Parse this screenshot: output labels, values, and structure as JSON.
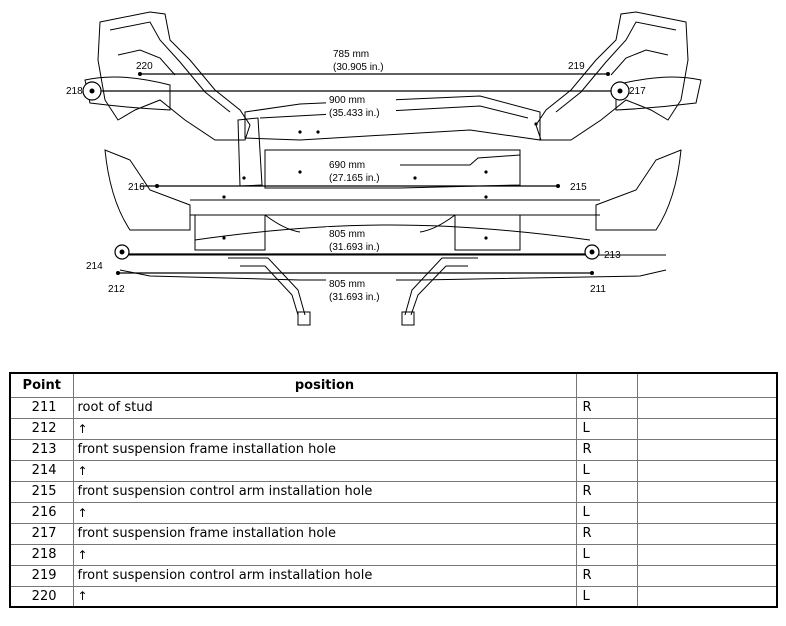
{
  "diagram": {
    "dimensions": [
      {
        "mm": "785 mm",
        "inch": "(30.905 in.)"
      },
      {
        "mm": "900 mm",
        "inch": "(35.433 in.)"
      },
      {
        "mm": "690 mm",
        "inch": "(27.165 in.)"
      },
      {
        "mm": "805 mm",
        "inch": "(31.693 in.)"
      },
      {
        "mm": "805 mm",
        "inch": "(31.693 in.)"
      }
    ],
    "points": [
      "220",
      "219",
      "218",
      "217",
      "216",
      "215",
      "214",
      "213",
      "212",
      "211"
    ]
  },
  "table": {
    "headers": [
      "Point",
      "position",
      "",
      ""
    ],
    "rows": [
      {
        "point": "211",
        "position": "root of stud",
        "side": "R"
      },
      {
        "point": "212",
        "position": "↑",
        "side": "L"
      },
      {
        "point": "213",
        "position": "front suspension frame installation hole",
        "side": "R"
      },
      {
        "point": "214",
        "position": "↑",
        "side": "L"
      },
      {
        "point": "215",
        "position": "front suspension control arm installation hole",
        "side": "R"
      },
      {
        "point": "216",
        "position": "↑",
        "side": "L"
      },
      {
        "point": "217",
        "position": "front suspension frame installation hole",
        "side": "R"
      },
      {
        "point": "218",
        "position": "↑",
        "side": "L"
      },
      {
        "point": "219",
        "position": "front suspension control arm installation hole",
        "side": "R"
      },
      {
        "point": "220",
        "position": "↑",
        "side": "L"
      }
    ]
  }
}
